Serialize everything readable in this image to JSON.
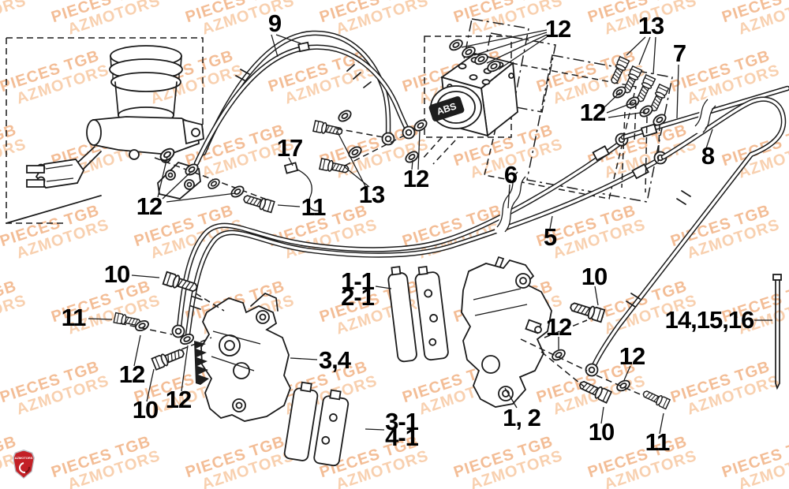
{
  "diagram": {
    "watermark": {
      "line1": "PIECES TGB",
      "line2": "AZMOTORS"
    },
    "abs_label": "ABS",
    "logo_text": "AZMOTORS",
    "callouts": [
      "9",
      "12",
      "13",
      "7",
      "12",
      "8",
      "17",
      "12",
      "11",
      "13",
      "12",
      "6",
      "5",
      "10",
      "11",
      "1-1",
      "2-1",
      "10",
      "14,15,16",
      "12",
      "12",
      "3,4",
      "12",
      "10",
      "12",
      "3-1",
      "4-1",
      "1, 2",
      "10",
      "11"
    ],
    "colors": {
      "watermark": "#eb9455",
      "line": "#1a1a1a",
      "logo_red": "#c32026"
    }
  }
}
